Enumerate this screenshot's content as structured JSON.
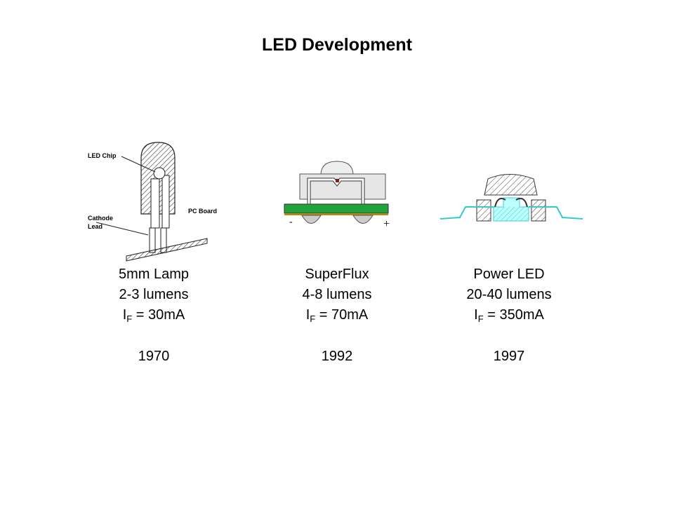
{
  "title": "LED Development",
  "diagram_labels": {
    "led_chip": "LED Chip",
    "pc_board": "PC Board",
    "cathode": "Cathode",
    "lead": "Lead",
    "minus": "-",
    "plus": "+"
  },
  "columns": [
    {
      "name": "5mm Lamp",
      "lumens": "2-3 lumens",
      "if_prefix": "I",
      "if_sub": "F",
      "if_value": " = 30mA",
      "year": "1970"
    },
    {
      "name": "SuperFlux",
      "lumens": "4-8 lumens",
      "if_prefix": "I",
      "if_sub": "F",
      "if_value": " = 70mA",
      "year": "1992"
    },
    {
      "name": "Power LED",
      "lumens": "20-40 lumens",
      "if_prefix": "I",
      "if_sub": "F",
      "if_value": " = 350mA",
      "year": "1997"
    }
  ]
}
